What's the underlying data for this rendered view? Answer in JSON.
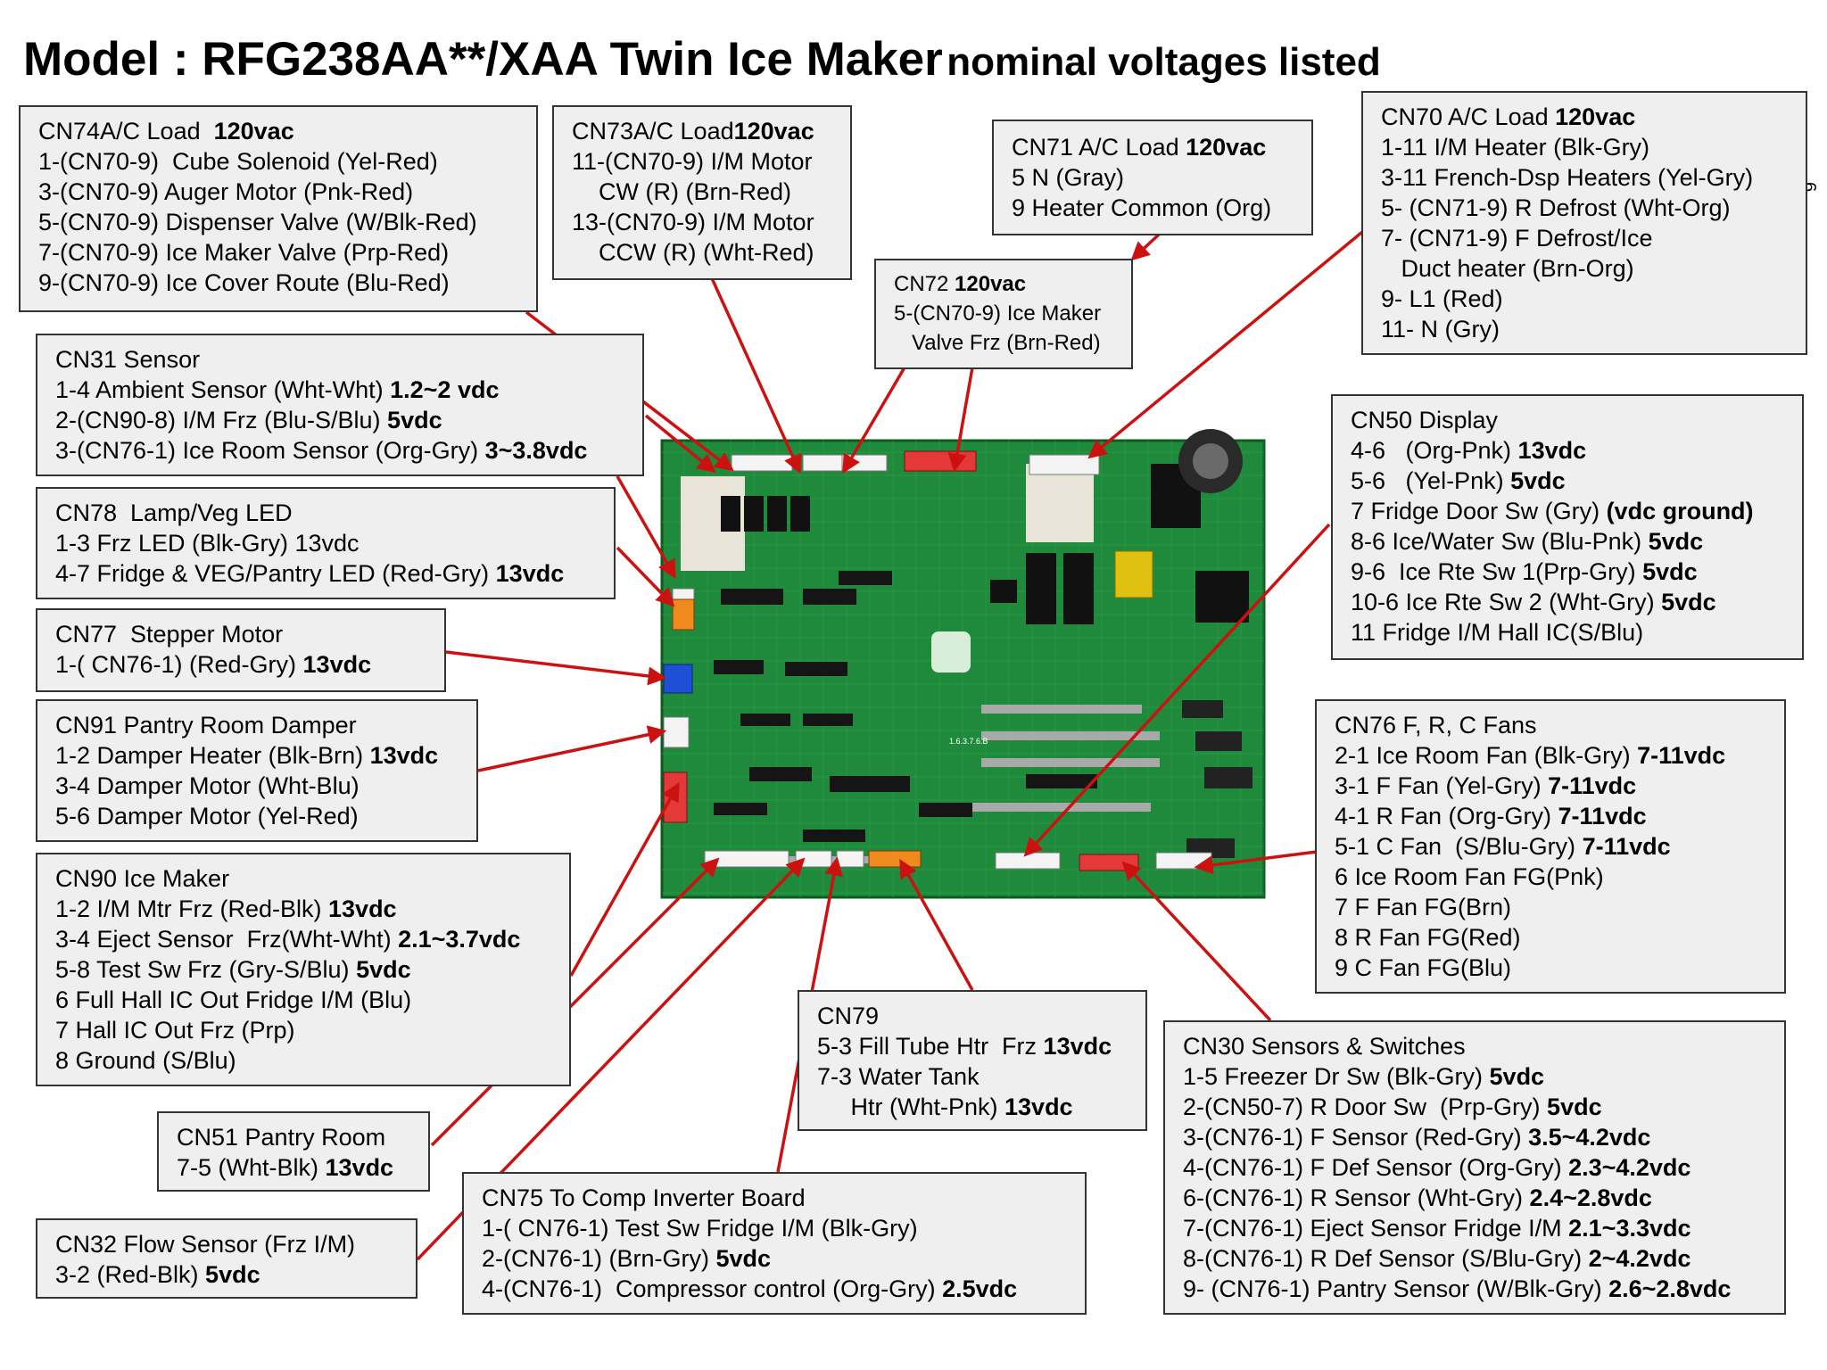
{
  "title": {
    "main": "Model : RFG238AA**/XAA Twin Ice Maker",
    "sub": "nominal voltages listed"
  },
  "page_number": "6",
  "boxes": {
    "cn74": [
      {
        "t": "CN74A/C Load  ",
        "b": "120vac"
      },
      {
        "t": "1-(CN70-9)  Cube Solenoid (Yel-Red)"
      },
      {
        "t": "3-(CN70-9) Auger Motor (Pnk-Red)"
      },
      {
        "t": "5-(CN70-9) Dispenser Valve (W/Blk-Red)"
      },
      {
        "t": "7-(CN70-9) Ice Maker Valve (Prp-Red)"
      },
      {
        "t": "9-(CN70-9) Ice Cover Route (Blu-Red)"
      }
    ],
    "cn73": [
      {
        "t": "CN73A/C Load",
        "b": "120vac"
      },
      {
        "t": "11-(CN70-9) I/M Motor"
      },
      {
        "t": "    CW (R) (Brn-Red)"
      },
      {
        "t": "13-(CN70-9) I/M Motor"
      },
      {
        "t": "    CCW (R) (Wht-Red)"
      }
    ],
    "cn71": [
      {
        "t": "CN71 A/C Load ",
        "b": "120vac"
      },
      {
        "t": "5 N (Gray)"
      },
      {
        "t": "9 Heater Common (Org)"
      }
    ],
    "cn72": [
      {
        "t": "CN72 ",
        "b": "120vac"
      },
      {
        "t": "5-(CN70-9) Ice Maker"
      },
      {
        "t": "   Valve Frz (Brn-Red)"
      }
    ],
    "cn70": [
      {
        "t": "CN70 A/C Load ",
        "b": "120vac"
      },
      {
        "t": "1-11 I/M Heater (Blk-Gry)"
      },
      {
        "t": "3-11 French-Dsp Heaters (Yel-Gry)"
      },
      {
        "t": "5- (CN71-9) R Defrost (Wht-Org)"
      },
      {
        "t": "7- (CN71-9) F Defrost/Ice"
      },
      {
        "t": "   Duct heater (Brn-Org)"
      },
      {
        "t": "9- L1 (Red)"
      },
      {
        "t": "11- N (Gry)"
      }
    ],
    "cn31": [
      {
        "t": "CN31 Sensor"
      },
      {
        "t": "1-4 Ambient Sensor (Wht-Wht) ",
        "b": "1.2~2 vdc"
      },
      {
        "t": "2-(CN90-8) I/M Frz (Blu-S/Blu) ",
        "b": "5vdc"
      },
      {
        "t": "3-(CN76-1) Ice Room Sensor (Org-Gry) ",
        "b": "3~3.8vdc"
      }
    ],
    "cn78": [
      {
        "t": "CN78  Lamp/Veg LED"
      },
      {
        "t": "1-3 Frz LED (Blk-Gry) 13vdc"
      },
      {
        "t": "4-7 Fridge & VEG/Pantry LED (Red-Gry) ",
        "b": "13vdc"
      }
    ],
    "cn77": [
      {
        "t": "CN77  Stepper Motor"
      },
      {
        "t": "1-( CN76-1) (Red-Gry) ",
        "b": "13vdc"
      }
    ],
    "cn91": [
      {
        "t": "CN91 Pantry Room Damper"
      },
      {
        "t": "1-2 Damper Heater (Blk-Brn) ",
        "b": "13vdc"
      },
      {
        "t": "3-4 Damper Motor (Wht-Blu)"
      },
      {
        "t": "5-6 Damper Motor (Yel-Red)"
      }
    ],
    "cn90": [
      {
        "t": "CN90 Ice Maker"
      },
      {
        "t": "1-2 I/M Mtr Frz (Red-Blk) ",
        "b": "13vdc"
      },
      {
        "t": "3-4 Eject Sensor  Frz(Wht-Wht) ",
        "b": "2.1~3.7vdc"
      },
      {
        "t": "5-8 Test Sw Frz (Gry-S/Blu) ",
        "b": "5vdc"
      },
      {
        "t": "6 Full Hall IC Out Fridge I/M (Blu)"
      },
      {
        "t": "7 Hall IC Out Frz (Prp)"
      },
      {
        "t": "8 Ground (S/Blu)"
      }
    ],
    "cn51": [
      {
        "t": "CN51 Pantry Room"
      },
      {
        "t": "7-5 (Wht-Blk) ",
        "b": "13vdc"
      }
    ],
    "cn32": [
      {
        "t": "CN32 Flow Sensor (Frz I/M)"
      },
      {
        "t": "3-2 (Red-Blk) ",
        "b": "5vdc"
      }
    ],
    "cn75": [
      {
        "t": "CN75 To Comp Inverter Board"
      },
      {
        "t": "1-( CN76-1) Test Sw Fridge I/M (Blk-Gry)"
      },
      {
        "t": "2-(CN76-1) (Brn-Gry) ",
        "b": "5vdc"
      },
      {
        "t": "4-(CN76-1)  Compressor control (Org-Gry) ",
        "b": "2.5vdc"
      }
    ],
    "cn79": [
      {
        "t": "CN79"
      },
      {
        "t": "5-3 Fill Tube Htr  Frz ",
        "b": "13vdc"
      },
      {
        "t": "7-3 Water Tank"
      },
      {
        "t": "     Htr (Wht-Pnk) ",
        "b": "13vdc"
      }
    ],
    "cn50": [
      {
        "t": "CN50 Display"
      },
      {
        "t": "4-6   (Org-Pnk) ",
        "b": "13vdc"
      },
      {
        "t": "5-6   (Yel-Pnk) ",
        "b": "5vdc"
      },
      {
        "t": "7 Fridge Door Sw (Gry) ",
        "b": "(vdc ground)"
      },
      {
        "t": "8-6 Ice/Water Sw (Blu-Pnk) ",
        "b": "5vdc"
      },
      {
        "t": "9-6  Ice Rte Sw 1(Prp-Gry) ",
        "b": "5vdc"
      },
      {
        "t": "10-6 Ice Rte Sw 2 (Wht-Gry) ",
        "b": "5vdc"
      },
      {
        "t": "11 Fridge I/M Hall IC(S/Blu)"
      }
    ],
    "cn76": [
      {
        "t": "CN76 F, R, C Fans"
      },
      {
        "t": "2-1 Ice Room Fan (Blk-Gry) ",
        "b": "7-11vdc"
      },
      {
        "t": "3-1 F Fan (Yel-Gry) ",
        "b": "7-11vdc"
      },
      {
        "t": "4-1 R Fan (Org-Gry) ",
        "b": "7-11vdc"
      },
      {
        "t": "5-1 C Fan  (S/Blu-Gry) ",
        "b": "7-11vdc"
      },
      {
        "t": "6 Ice Room Fan FG(Pnk)"
      },
      {
        "t": "7 F Fan FG(Brn)"
      },
      {
        "t": "8 R Fan FG(Red)"
      },
      {
        "t": "9 C Fan FG(Blu)"
      }
    ],
    "cn30": [
      {
        "t": "CN30 Sensors & Switches"
      },
      {
        "t": "1-5 Freezer Dr Sw (Blk-Gry) ",
        "b": "5vdc"
      },
      {
        "t": "2-(CN50-7) R Door Sw  (Prp-Gry) ",
        "b": "5vdc"
      },
      {
        "t": "3-(CN76-1) F Sensor (Red-Gry) ",
        "b": "3.5~4.2vdc"
      },
      {
        "t": "4-(CN76-1) F Def Sensor (Org-Gry) ",
        "b": "2.3~4.2vdc"
      },
      {
        "t": "6-(CN76-1) R Sensor (Wht-Gry) ",
        "b": "2.4~2.8vdc"
      },
      {
        "t": "7-(CN76-1) Eject Sensor Fridge I/M ",
        "b": "2.1~3.3vdc"
      },
      {
        "t": "8-(CN76-1) R Def Sensor (S/Blu-Gry) ",
        "b": "2~4.2vdc"
      },
      {
        "t": "9- (CN76-1) Pantry Sensor (W/Blk-Gry) ",
        "b": "2.6~2.8vdc"
      }
    ]
  },
  "board": {
    "label": "1.6.3.7.6.B"
  },
  "colors": {
    "board": "#1f8a3c",
    "arrow": "#cc1111",
    "box_bg": "#efefef"
  }
}
